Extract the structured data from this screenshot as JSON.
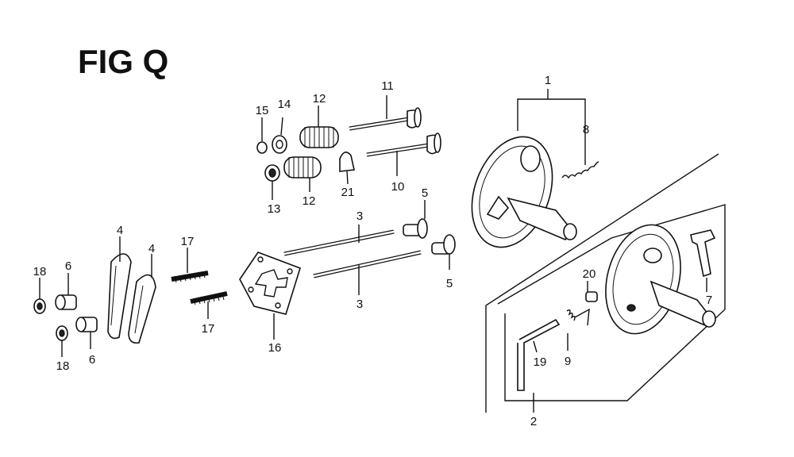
{
  "figure": {
    "title": "FIG Q"
  },
  "callouts": {
    "c1": "1",
    "c2": "2",
    "c3a": "3",
    "c3b": "3",
    "c4a": "4",
    "c4b": "4",
    "c5a": "5",
    "c5b": "5",
    "c6a": "6",
    "c6b": "6",
    "c7": "7",
    "c8": "8",
    "c9": "9",
    "c10": "10",
    "c11": "11",
    "c12a": "12",
    "c12b": "12",
    "c13": "13",
    "c14": "14",
    "c15": "15",
    "c16": "16",
    "c17a": "17",
    "c17b": "17",
    "c18a": "18",
    "c18b": "18",
    "c19": "19",
    "c20": "20",
    "c21": "21"
  }
}
